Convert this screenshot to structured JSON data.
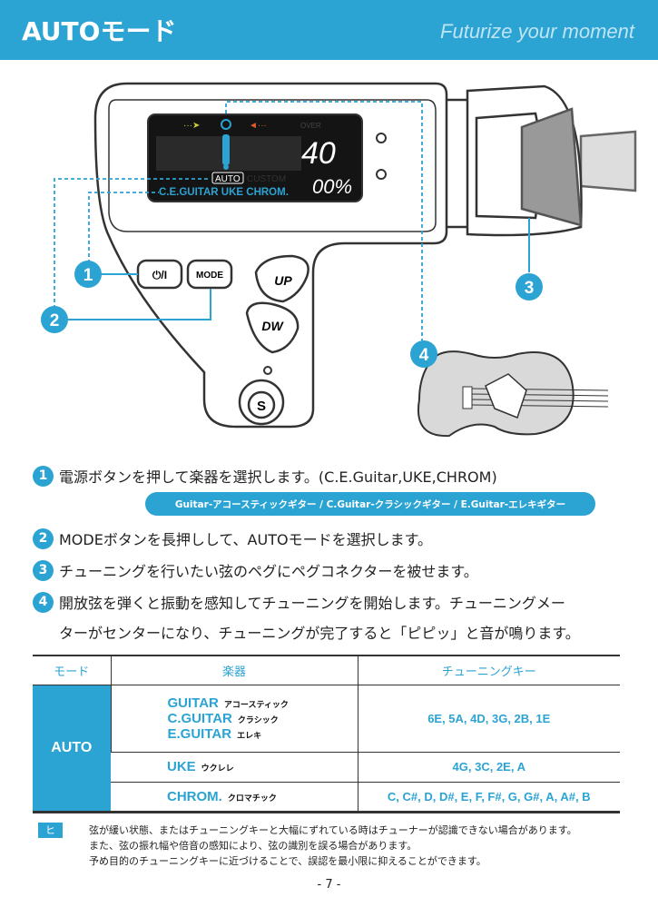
{
  "header": {
    "title": "AUTOモード",
    "tagline": "Futurize your moment"
  },
  "device": {
    "display": {
      "note": "40",
      "cents": "00%",
      "mode_label": "AUTO",
      "custom_label": "CUSTOM",
      "over_label": "OVER",
      "instruments": "C.E.GUITAR UKE CHROM."
    },
    "buttons": {
      "power": "⏻/I",
      "mode": "MODE",
      "up": "UP",
      "down": "DW",
      "s": "S"
    },
    "callouts": [
      "1",
      "2",
      "3",
      "4"
    ]
  },
  "steps": [
    {
      "num": "1",
      "text": "電源ボタンを押して楽器を選択します。(C.E.Guitar,UKE,CHROM)"
    },
    {
      "num": "2",
      "text": "MODEボタンを長押しして、AUTOモードを選択します。"
    },
    {
      "num": "3",
      "text": "チューニングを行いたい弦のペグにペグコネクターを被せます。"
    },
    {
      "num": "4",
      "text": "開放弦を弾くと振動を感知してチューニングを開始します。チューニングメー",
      "text2": "ターがセンターになり、チューニングが完了すると「ピピッ」と音が鳴ります。"
    }
  ],
  "guitar_types": "Guitar-アコースティックギター / C.Guitar-クラシックギター / E.Guitar-エレキギター",
  "table": {
    "headers": [
      "モード",
      "楽器",
      "チューニングキー"
    ],
    "mode": "AUTO",
    "rows": [
      {
        "instruments": [
          {
            "en": "GUITAR",
            "jp": "アコースティック"
          },
          {
            "en": "C.GUITAR",
            "jp": "クラシック"
          },
          {
            "en": "E.GUITAR",
            "jp": "エレキ"
          }
        ],
        "keys": "6E, 5A, 4D, 3G, 2B, 1E"
      },
      {
        "instruments": [
          {
            "en": "UKE",
            "jp": "ウクレレ"
          }
        ],
        "keys": "4G, 3C, 2E, A"
      },
      {
        "instruments": [
          {
            "en": "CHROM.",
            "jp": "クロマチック"
          }
        ],
        "keys": "C, C#, D, D#, E, F, F#, G, G#, A, A#, B"
      }
    ]
  },
  "hint": {
    "label": "ヒント",
    "lines": [
      "弦が緩い状態、またはチューニングキーと大幅にずれている時はチューナーが認識できない場合があります。",
      "また、弦の振れ幅や倍音の感知により、弦の識別を誤る場合があります。",
      "予め目的のチューニングキーに近づけることで、誤認を最小限に抑えることができます。"
    ]
  },
  "page_number": "- 7 -",
  "colors": {
    "accent": "#2ba3d3"
  }
}
